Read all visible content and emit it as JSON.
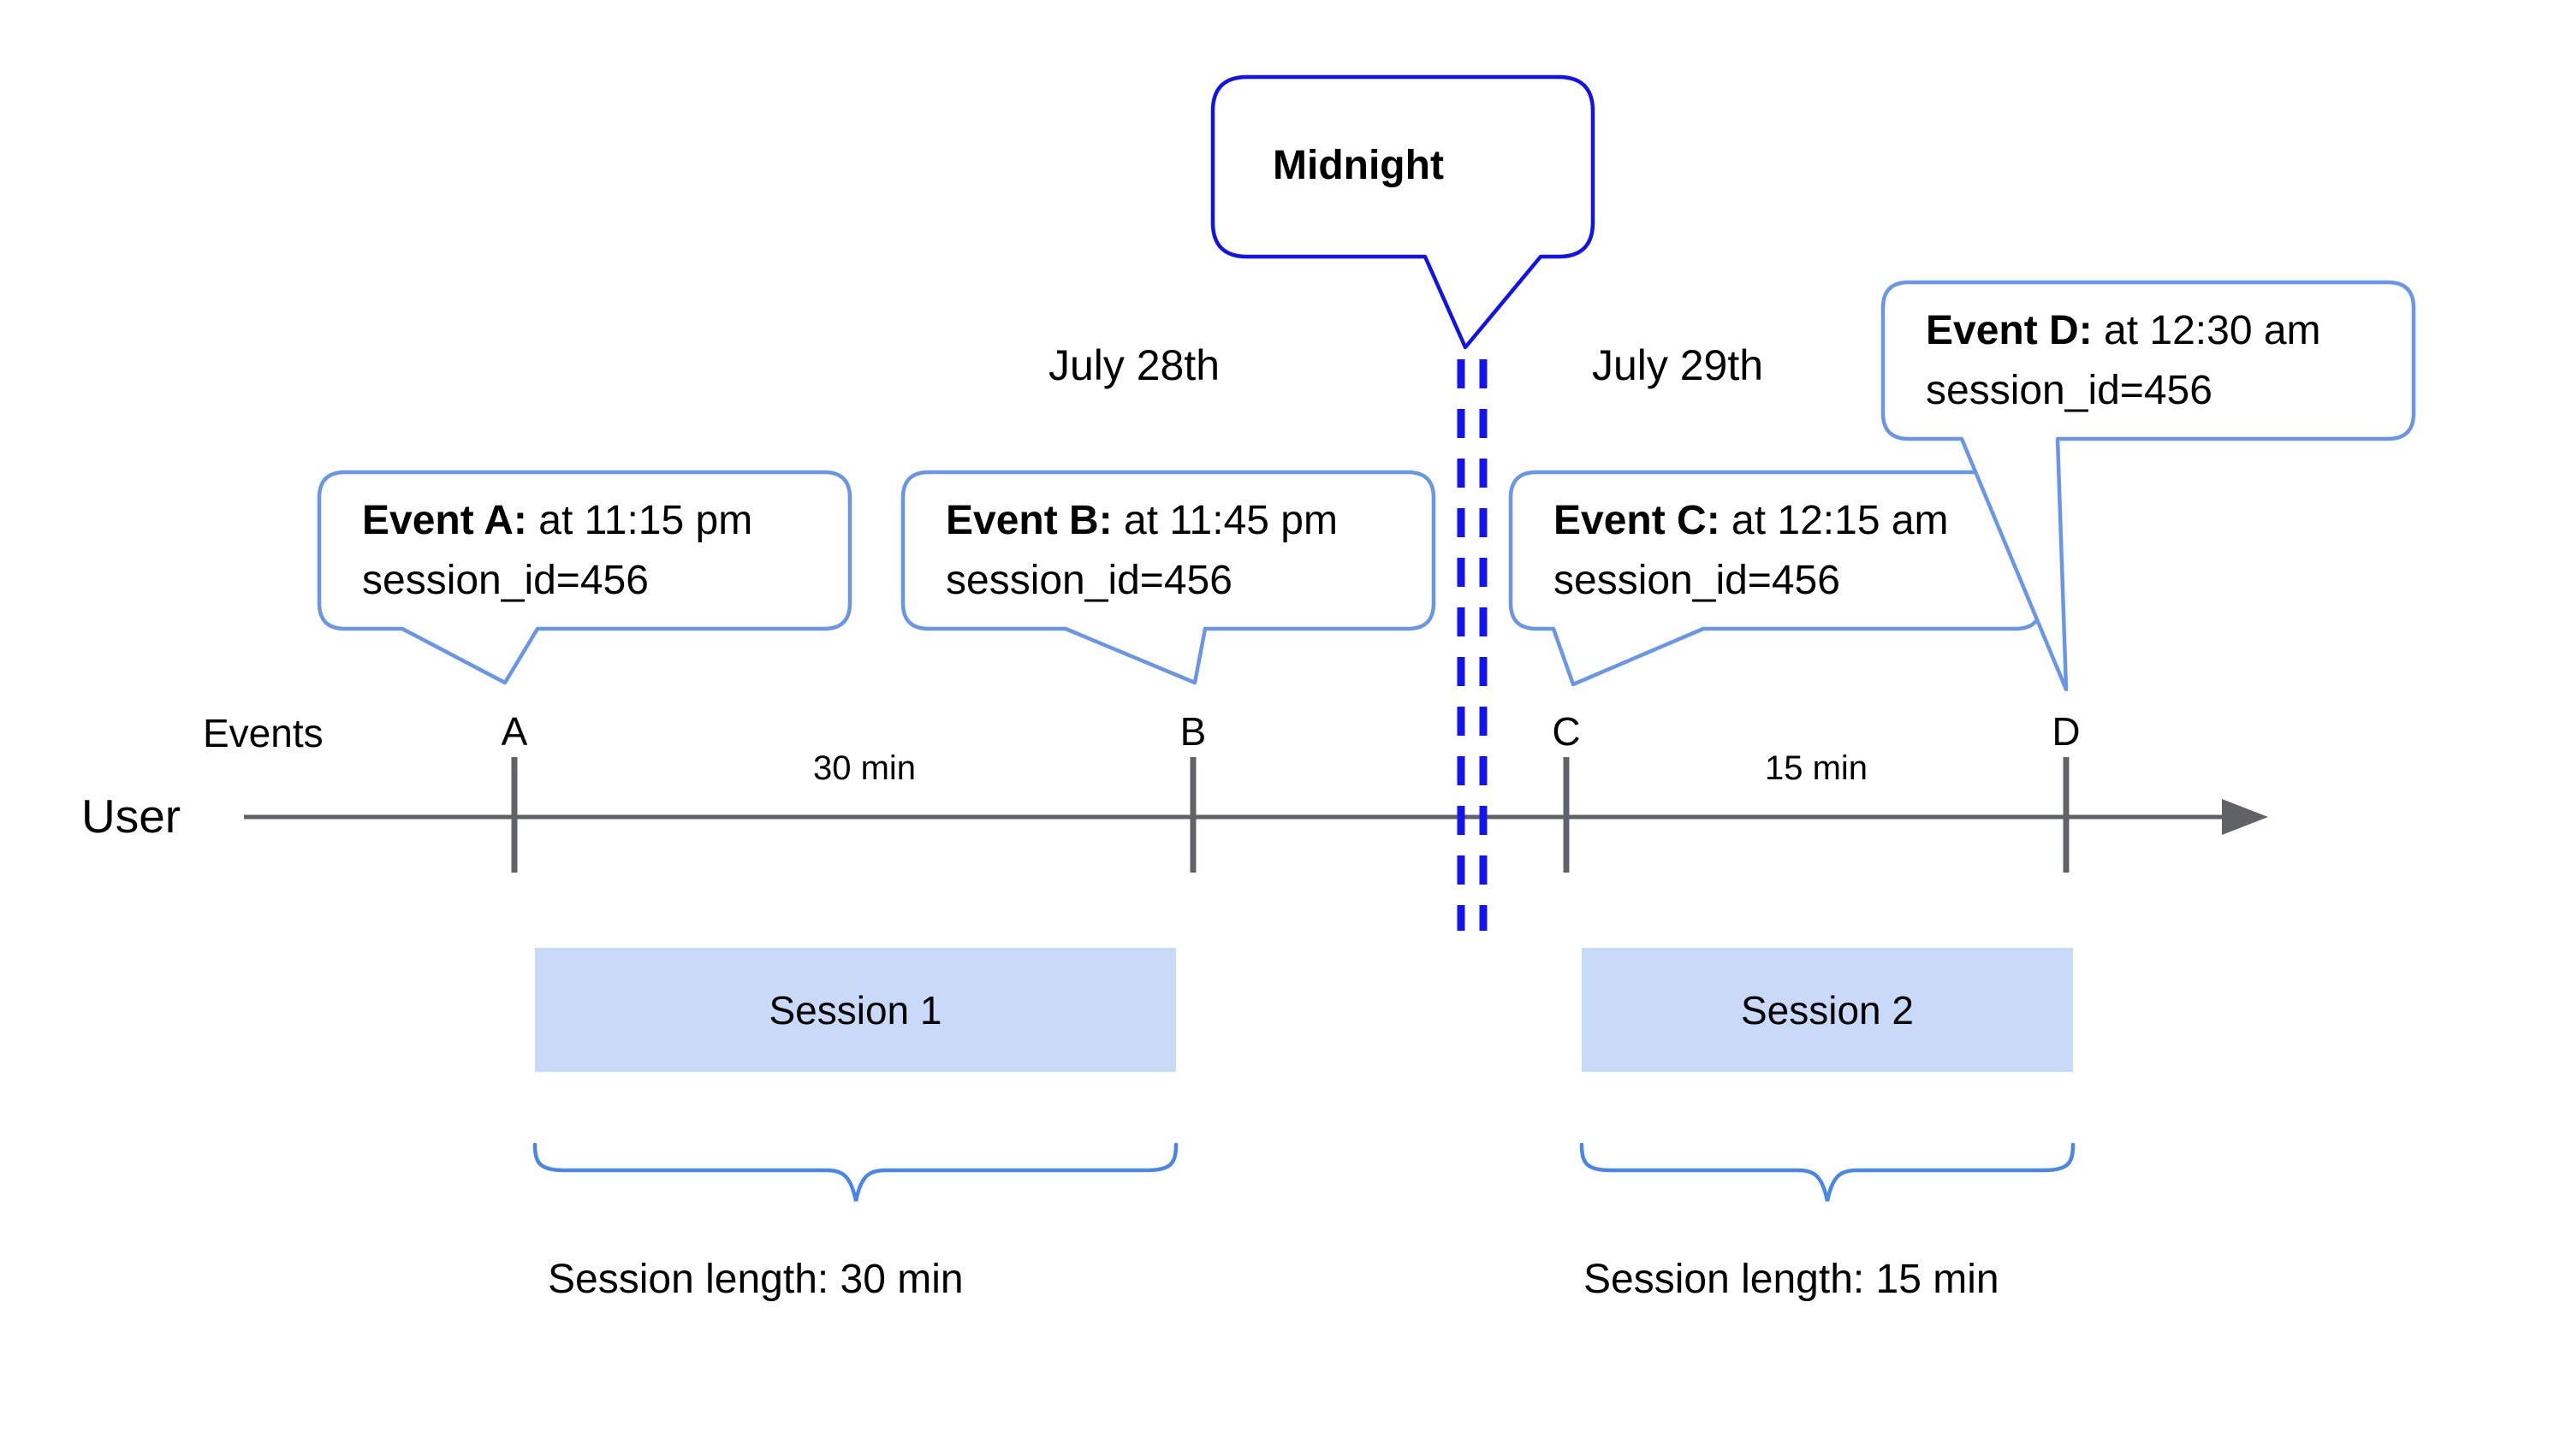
{
  "diagram_title_implicit": "User session timeline across midnight",
  "colors": {
    "background": "#ffffff",
    "timeline_gray": "#5f6368",
    "tick_gray": "#5f6368",
    "midnight_blue": "#1212ef",
    "dashed_line_blue": "#1414f0",
    "callout_border_blue": "#6a96e8",
    "brace_blue": "#4a86e8",
    "session_bar_fill": "#c9daf8",
    "text_black": "#000000"
  },
  "dates": {
    "left": "July 28th",
    "right": "July 29th"
  },
  "midnight": {
    "label": "Midnight"
  },
  "axis": {
    "row_label": "Events",
    "line_label": "User"
  },
  "events": [
    {
      "id": "A",
      "letter": "A",
      "callout_bold": "Event A:",
      "callout_rest": " at 11:15 pm",
      "callout_line2": "session_id=456"
    },
    {
      "id": "B",
      "letter": "B",
      "callout_bold": "Event B:",
      "callout_rest": " at 11:45 pm",
      "callout_line2": "session_id=456"
    },
    {
      "id": "C",
      "letter": "C",
      "callout_bold": "Event C:",
      "callout_rest": " at 12:15 am",
      "callout_line2": "session_id=456"
    },
    {
      "id": "D",
      "letter": "D",
      "callout_bold": "Event D:",
      "callout_rest": " at 12:30 am",
      "callout_line2": "session_id=456"
    }
  ],
  "intervals": [
    {
      "label": "30 min"
    },
    {
      "label": "15 min"
    }
  ],
  "sessions": [
    {
      "label": "Session 1",
      "length_label": "Session length: 30 min"
    },
    {
      "label": "Session 2",
      "length_label": "Session length: 15 min"
    }
  ]
}
